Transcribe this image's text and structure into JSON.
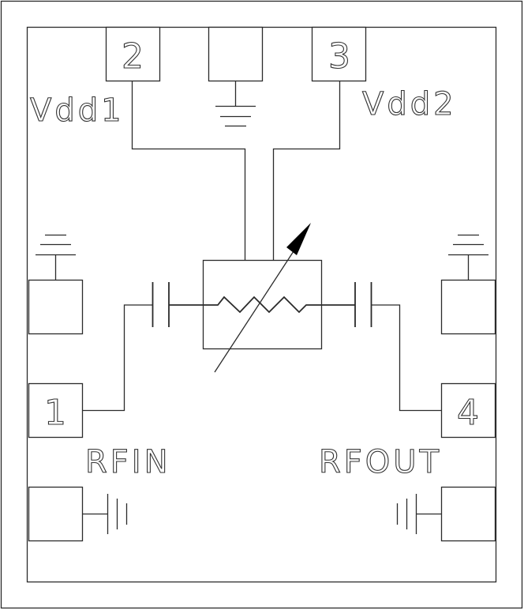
{
  "diagram": {
    "type": "schematic",
    "subject": "RF die pad layout with voltage-variable attenuator",
    "colors": {
      "line": "#2b2b2b",
      "background": "#ffffff",
      "arrow": "#000000"
    },
    "pads": {
      "pad_2": {
        "number": "2",
        "net": "Vdd1"
      },
      "pad_3": {
        "number": "3",
        "net": "Vdd2"
      },
      "pad_1": {
        "number": "1",
        "net": "RFIN"
      },
      "pad_4": {
        "number": "4",
        "net": "RFOUT"
      },
      "pad_gnd_top": {
        "number": "",
        "net": "GND"
      },
      "pad_gnd_left": {
        "number": "",
        "net": "GND"
      },
      "pad_gnd_right": {
        "number": "",
        "net": "GND"
      },
      "pad_gnd_bottom_left": {
        "number": "",
        "net": "GND"
      },
      "pad_gnd_bottom_right": {
        "number": "",
        "net": "GND"
      }
    },
    "labels": {
      "vdd1": "Vdd1",
      "vdd2": "Vdd2",
      "rfin": "RFIN",
      "rfout": "RFOUT"
    },
    "components": [
      {
        "name": "input-dc-block-capacitor",
        "kind": "capacitor"
      },
      {
        "name": "variable-attenuator",
        "kind": "variable-resistor"
      },
      {
        "name": "output-dc-block-capacitor",
        "kind": "capacitor"
      }
    ],
    "icons": {
      "ground": "ground-symbol-icon",
      "variable": "adjustment-arrow-icon"
    }
  }
}
